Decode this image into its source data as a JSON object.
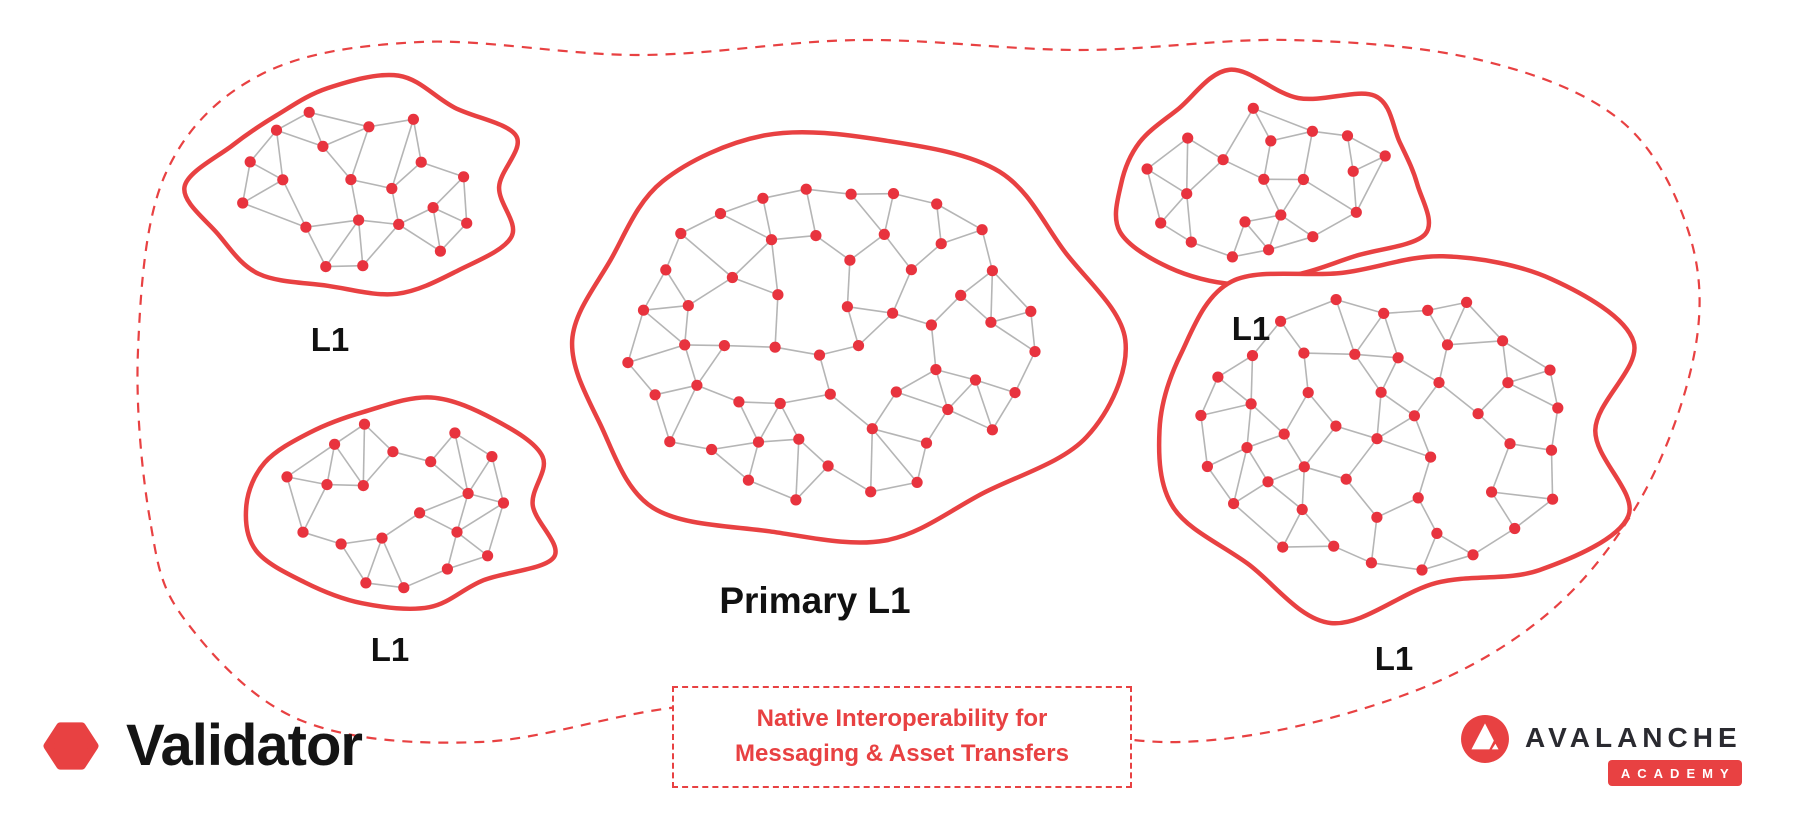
{
  "colors": {
    "outline_red": "#E84142",
    "node_red": "#E8333E",
    "edge_gray": "#B5B5B5",
    "text_dark": "#111111"
  },
  "clusters": [
    {
      "id": "top-left",
      "label": "L1",
      "node_count": 20
    },
    {
      "id": "bottom-left",
      "label": "L1",
      "node_count": 20
    },
    {
      "id": "primary",
      "label": "Primary L1",
      "node_count": 55
    },
    {
      "id": "top-right",
      "label": "L1",
      "node_count": 20
    },
    {
      "id": "bottom-right",
      "label": "L1",
      "node_count": 46
    }
  ],
  "legend": {
    "validator_label": "Validator"
  },
  "interop_box": {
    "line1": "Native Interoperability for",
    "line2": "Messaging & Asset Transfers"
  },
  "branding": {
    "wordmark": "AVALANCHE",
    "badge": "ACADEMY"
  }
}
